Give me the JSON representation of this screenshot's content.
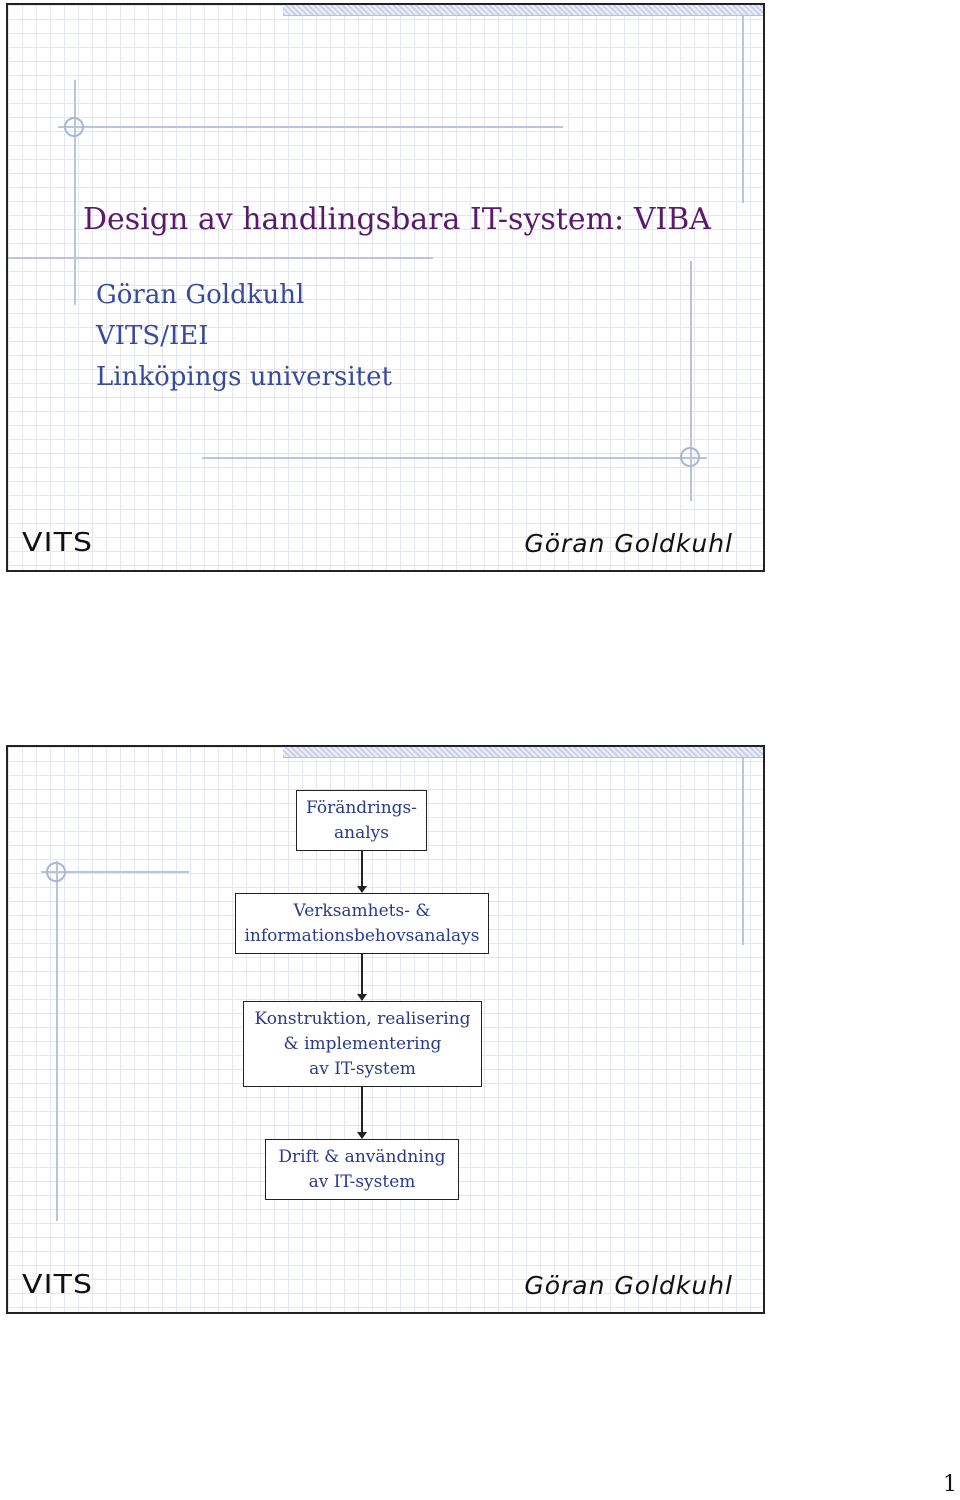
{
  "slide1": {
    "title": "Design av handlingsbara IT-system: VIBA",
    "subtitle_lines": [
      "Göran Goldkuhl",
      "VITS/IEI",
      "Linköpings universitet"
    ],
    "footer_left": "VITS",
    "footer_right": "Göran Goldkuhl"
  },
  "slide2": {
    "flow_boxes": [
      {
        "lines": [
          "Förändrings-",
          "analys"
        ]
      },
      {
        "lines": [
          "Verksamhets- &",
          "informationsbehovsanalays"
        ]
      },
      {
        "lines": [
          "Konstruktion, realisering",
          "& implementering",
          "av IT-system"
        ]
      },
      {
        "lines": [
          "Drift & användning",
          "av IT-system"
        ]
      }
    ],
    "footer_left": "VITS",
    "footer_right": "Göran Goldkuhl"
  },
  "page_number": "1",
  "colors": {
    "title": "#5a1a6a",
    "subtitle": "#3a4a9a",
    "box_text": "#2a3a8a",
    "grid": "#e4e7ee",
    "deco_lines": "#b9c4dd"
  }
}
